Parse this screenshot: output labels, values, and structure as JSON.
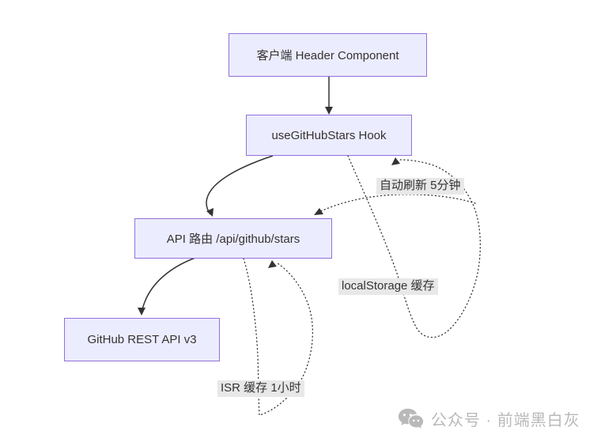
{
  "diagram": {
    "nodes": [
      {
        "id": "header",
        "label": "客户端 Header Component"
      },
      {
        "id": "hook",
        "label": "useGitHubStars Hook"
      },
      {
        "id": "api",
        "label": "API 路由 /api/github/stars"
      },
      {
        "id": "github",
        "label": "GitHub REST API v3"
      }
    ],
    "edges": [
      {
        "from": "header",
        "to": "hook",
        "style": "solid",
        "label": ""
      },
      {
        "from": "hook",
        "to": "api",
        "style": "solid",
        "label": ""
      },
      {
        "from": "api",
        "to": "github",
        "style": "solid",
        "label": ""
      },
      {
        "from": "hook",
        "to": "hook",
        "style": "dotted",
        "label": "localStorage 缓存"
      },
      {
        "from": "hook",
        "to": "api",
        "style": "dotted",
        "label": "自动刷新 5分钟"
      },
      {
        "from": "api",
        "to": "api",
        "style": "dotted",
        "label": "ISR 缓存 1小时"
      }
    ],
    "colors": {
      "node_fill": "#ECECFF",
      "node_border": "#9370DB",
      "edge": "#333333",
      "edge_label_bg": "#e8e8e8",
      "text": "#333333",
      "watermark": "#b9b9b9"
    }
  },
  "watermark": {
    "icon": "wechat-icon",
    "text": "公众号 · 前端黑白灰"
  }
}
